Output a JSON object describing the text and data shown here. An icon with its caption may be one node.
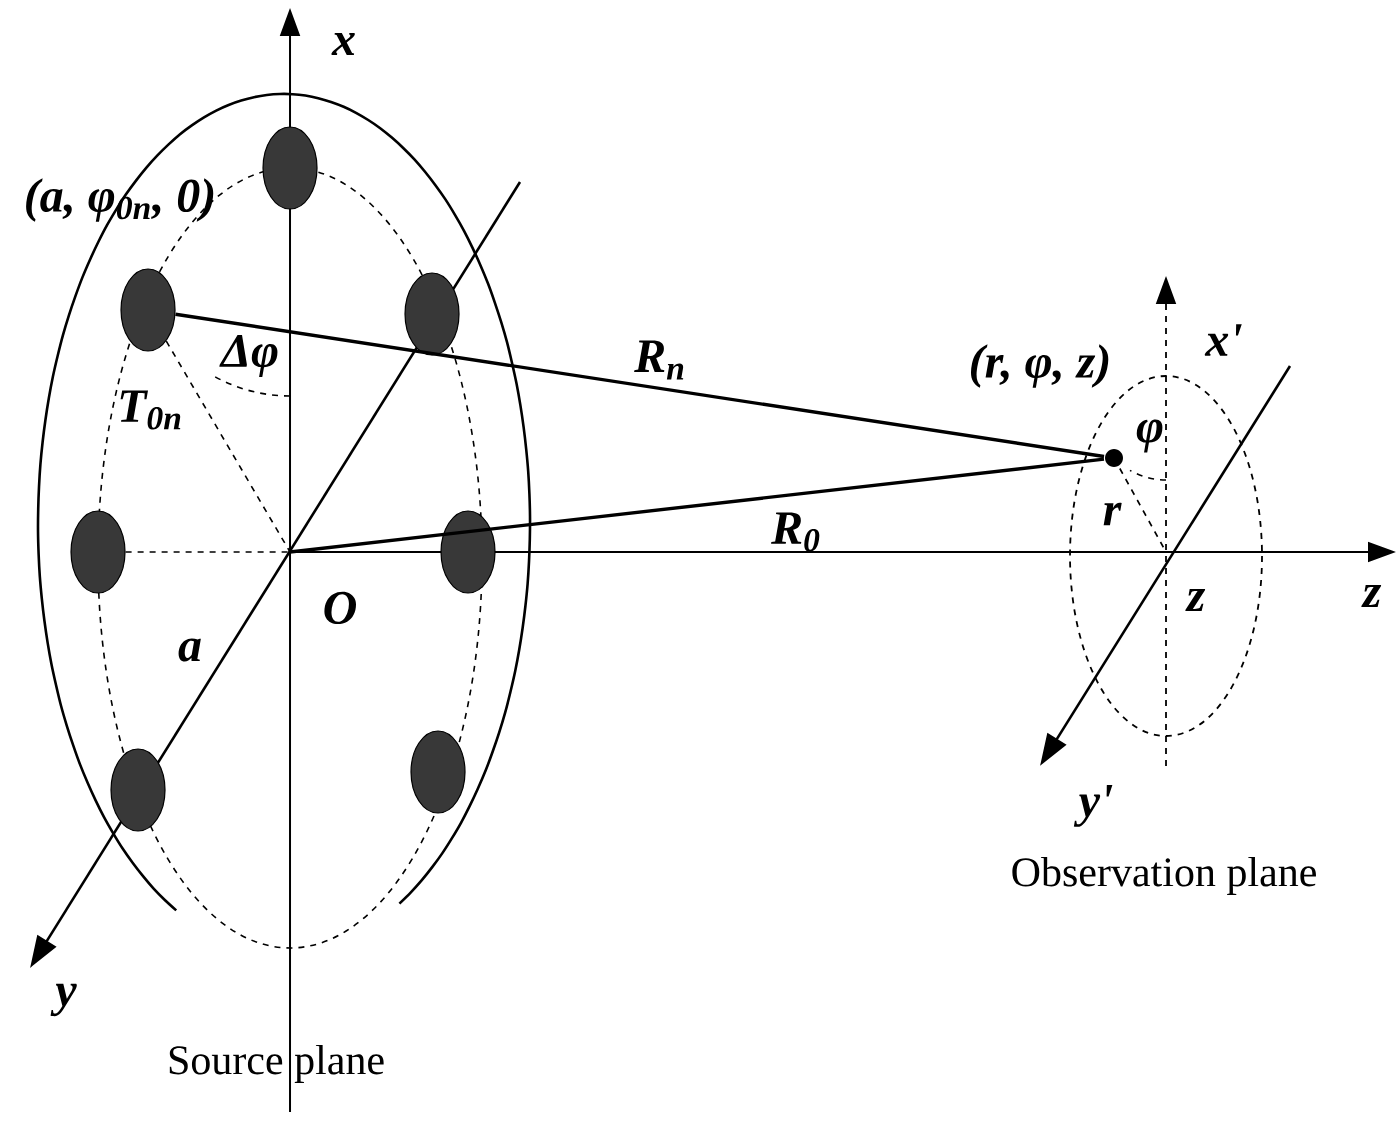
{
  "diagram": {
    "nodes": [
      {
        "text": [],
        "shape": "ellipse"
      },
      {
        "text": [],
        "shape": "ellipse"
      },
      {
        "text": [],
        "shape": "ellipse"
      },
      {
        "text": [],
        "shape": "ellipse"
      },
      {
        "text": [],
        "shape": "ellipse"
      },
      {
        "text": [],
        "shape": "ellipse"
      },
      {
        "text": [],
        "shape": "ellipse"
      },
      {
        "text": [],
        "shape": "circle"
      }
    ],
    "edges": [
      {
        "from": 1,
        "to": 7,
        "arrow": "none",
        "label": "R$_{n}$"
      },
      {
        "from": null,
        "to": 7,
        "arrow": "none",
        "label": "R$_{0}$"
      },
      {
        "from": 1,
        "to": null,
        "arrow": "none",
        "style": "dashed"
      },
      {
        "from": 3,
        "to": null,
        "arrow": "none",
        "style": "dashed"
      }
    ],
    "labels": [
      "x",
      "(a, φ$_{0n}$, 0)",
      "T$_{0n}$",
      "Δφ",
      "O",
      "a",
      "y",
      "Source plane",
      "(r, φ, z)",
      "x'",
      "φ",
      "r",
      "z",
      "z",
      "y'",
      "Observation plane"
    ]
  }
}
